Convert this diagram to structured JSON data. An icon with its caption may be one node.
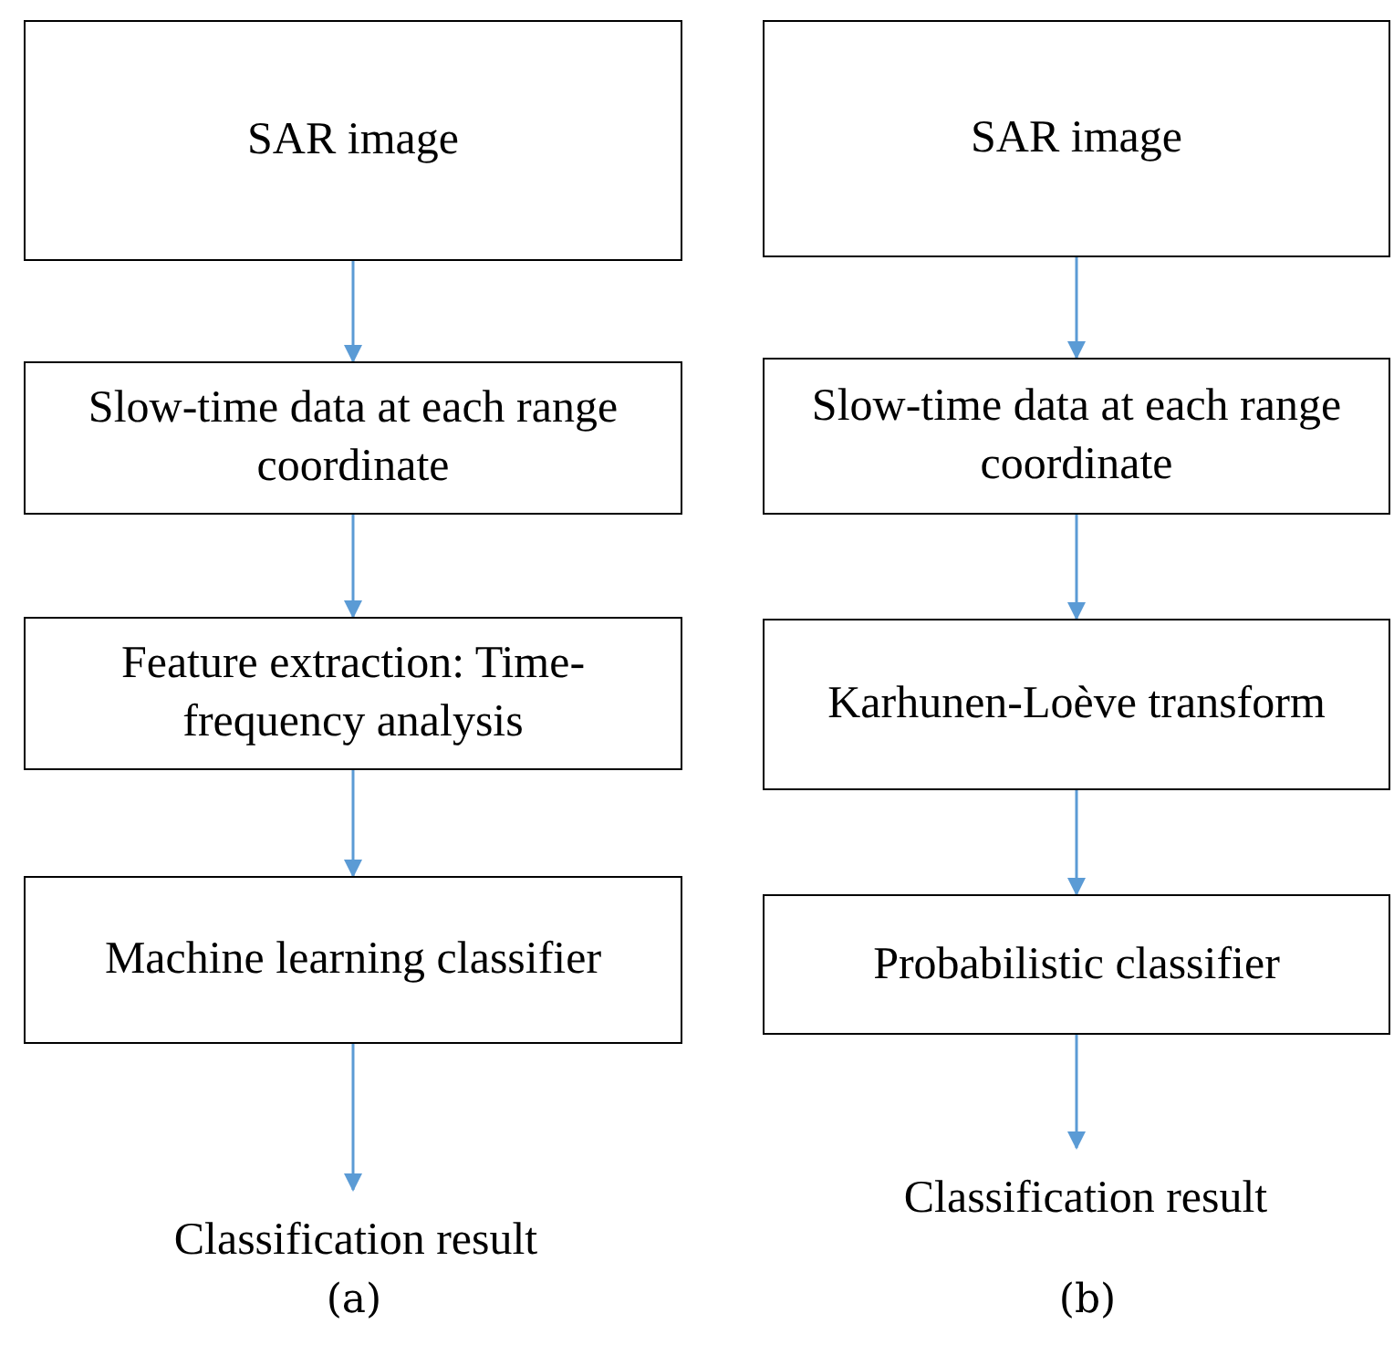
{
  "diagram": {
    "nodes": [
      {
        "text": [
          "SAR image"
        ]
      },
      {
        "text": [
          "Slow-time data at each range coordinate"
        ]
      },
      {
        "text": [
          "Feature extraction: Time-frequency analysis"
        ]
      },
      {
        "text": [
          "Machine learning classifier"
        ]
      },
      {
        "text": [
          "Classification result"
        ]
      },
      {
        "text": [
          "SAR image"
        ]
      },
      {
        "text": [
          "Slow-time data at each range coordinate"
        ]
      },
      {
        "text": [
          "Karhunen-Loève transform"
        ]
      },
      {
        "text": [
          "Probabilistic classifier"
        ]
      },
      {
        "text": [
          "Classification result"
        ]
      }
    ],
    "edges": [
      {
        "from": 0,
        "to": 1,
        "arrow": "to"
      },
      {
        "from": 1,
        "to": 2,
        "arrow": "to"
      },
      {
        "from": 2,
        "to": 3,
        "arrow": "to"
      },
      {
        "from": 3,
        "to": 4,
        "arrow": "to"
      },
      {
        "from": 5,
        "to": 6,
        "arrow": "to"
      },
      {
        "from": 6,
        "to": 7,
        "arrow": "to"
      },
      {
        "from": 7,
        "to": 8,
        "arrow": "to"
      },
      {
        "from": 8,
        "to": 9,
        "arrow": "to"
      }
    ],
    "labels": [
      "(a)",
      "(b)"
    ]
  }
}
